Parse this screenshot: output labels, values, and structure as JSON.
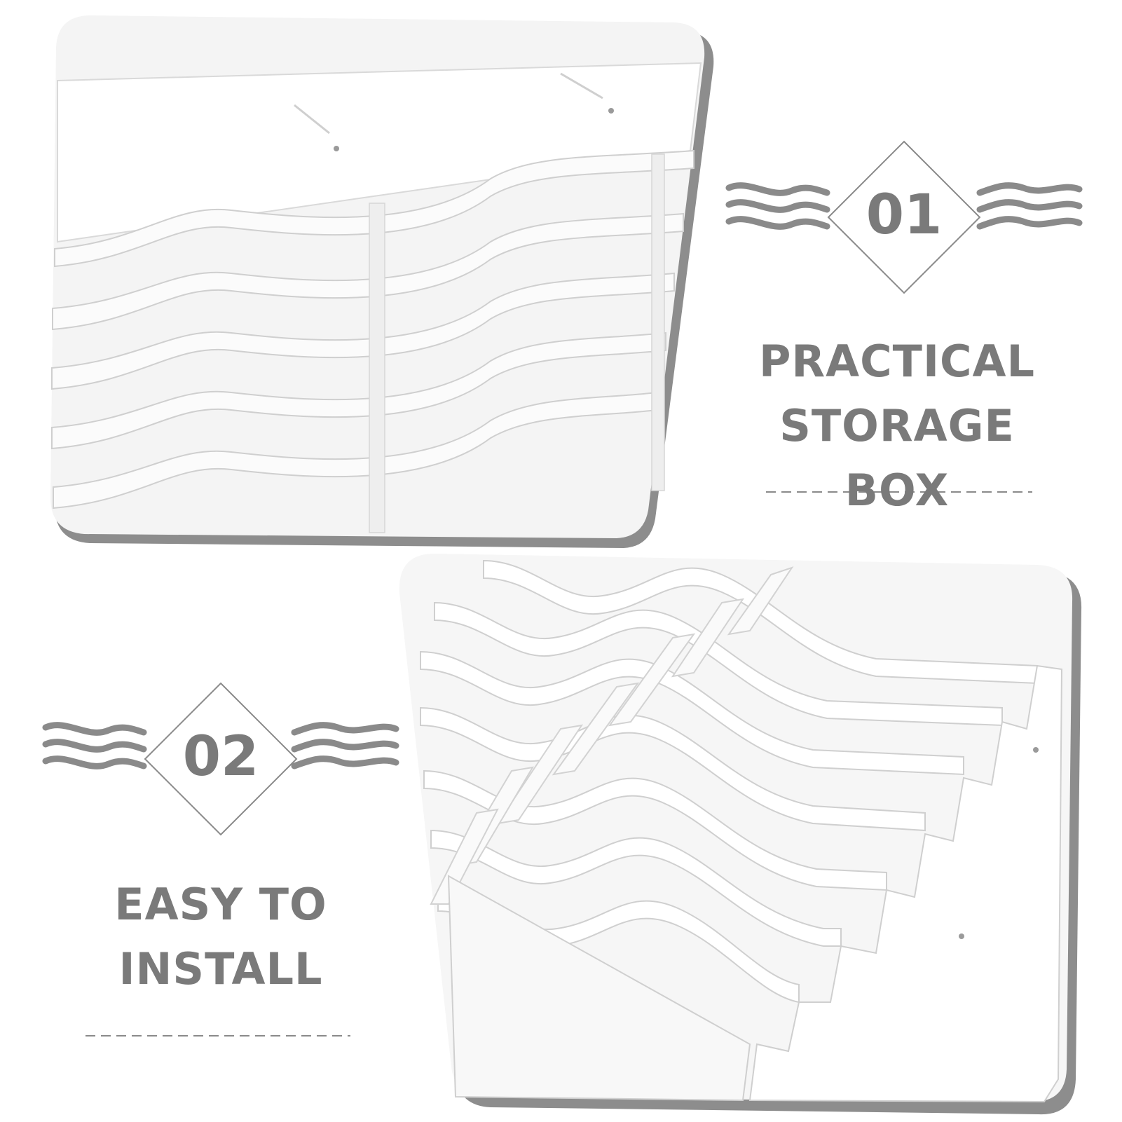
{
  "feature_1": {
    "number": "01",
    "title_line_1": "PRACTICAL",
    "title_line_2": "STORAGE BOX"
  },
  "feature_2": {
    "number": "02",
    "title_line_1": "EASY TO",
    "title_line_2": "INSTALL"
  },
  "colors": {
    "frame": "#8a8a8a",
    "text": "#7a7a7a",
    "panel": "#f2f2f2"
  }
}
